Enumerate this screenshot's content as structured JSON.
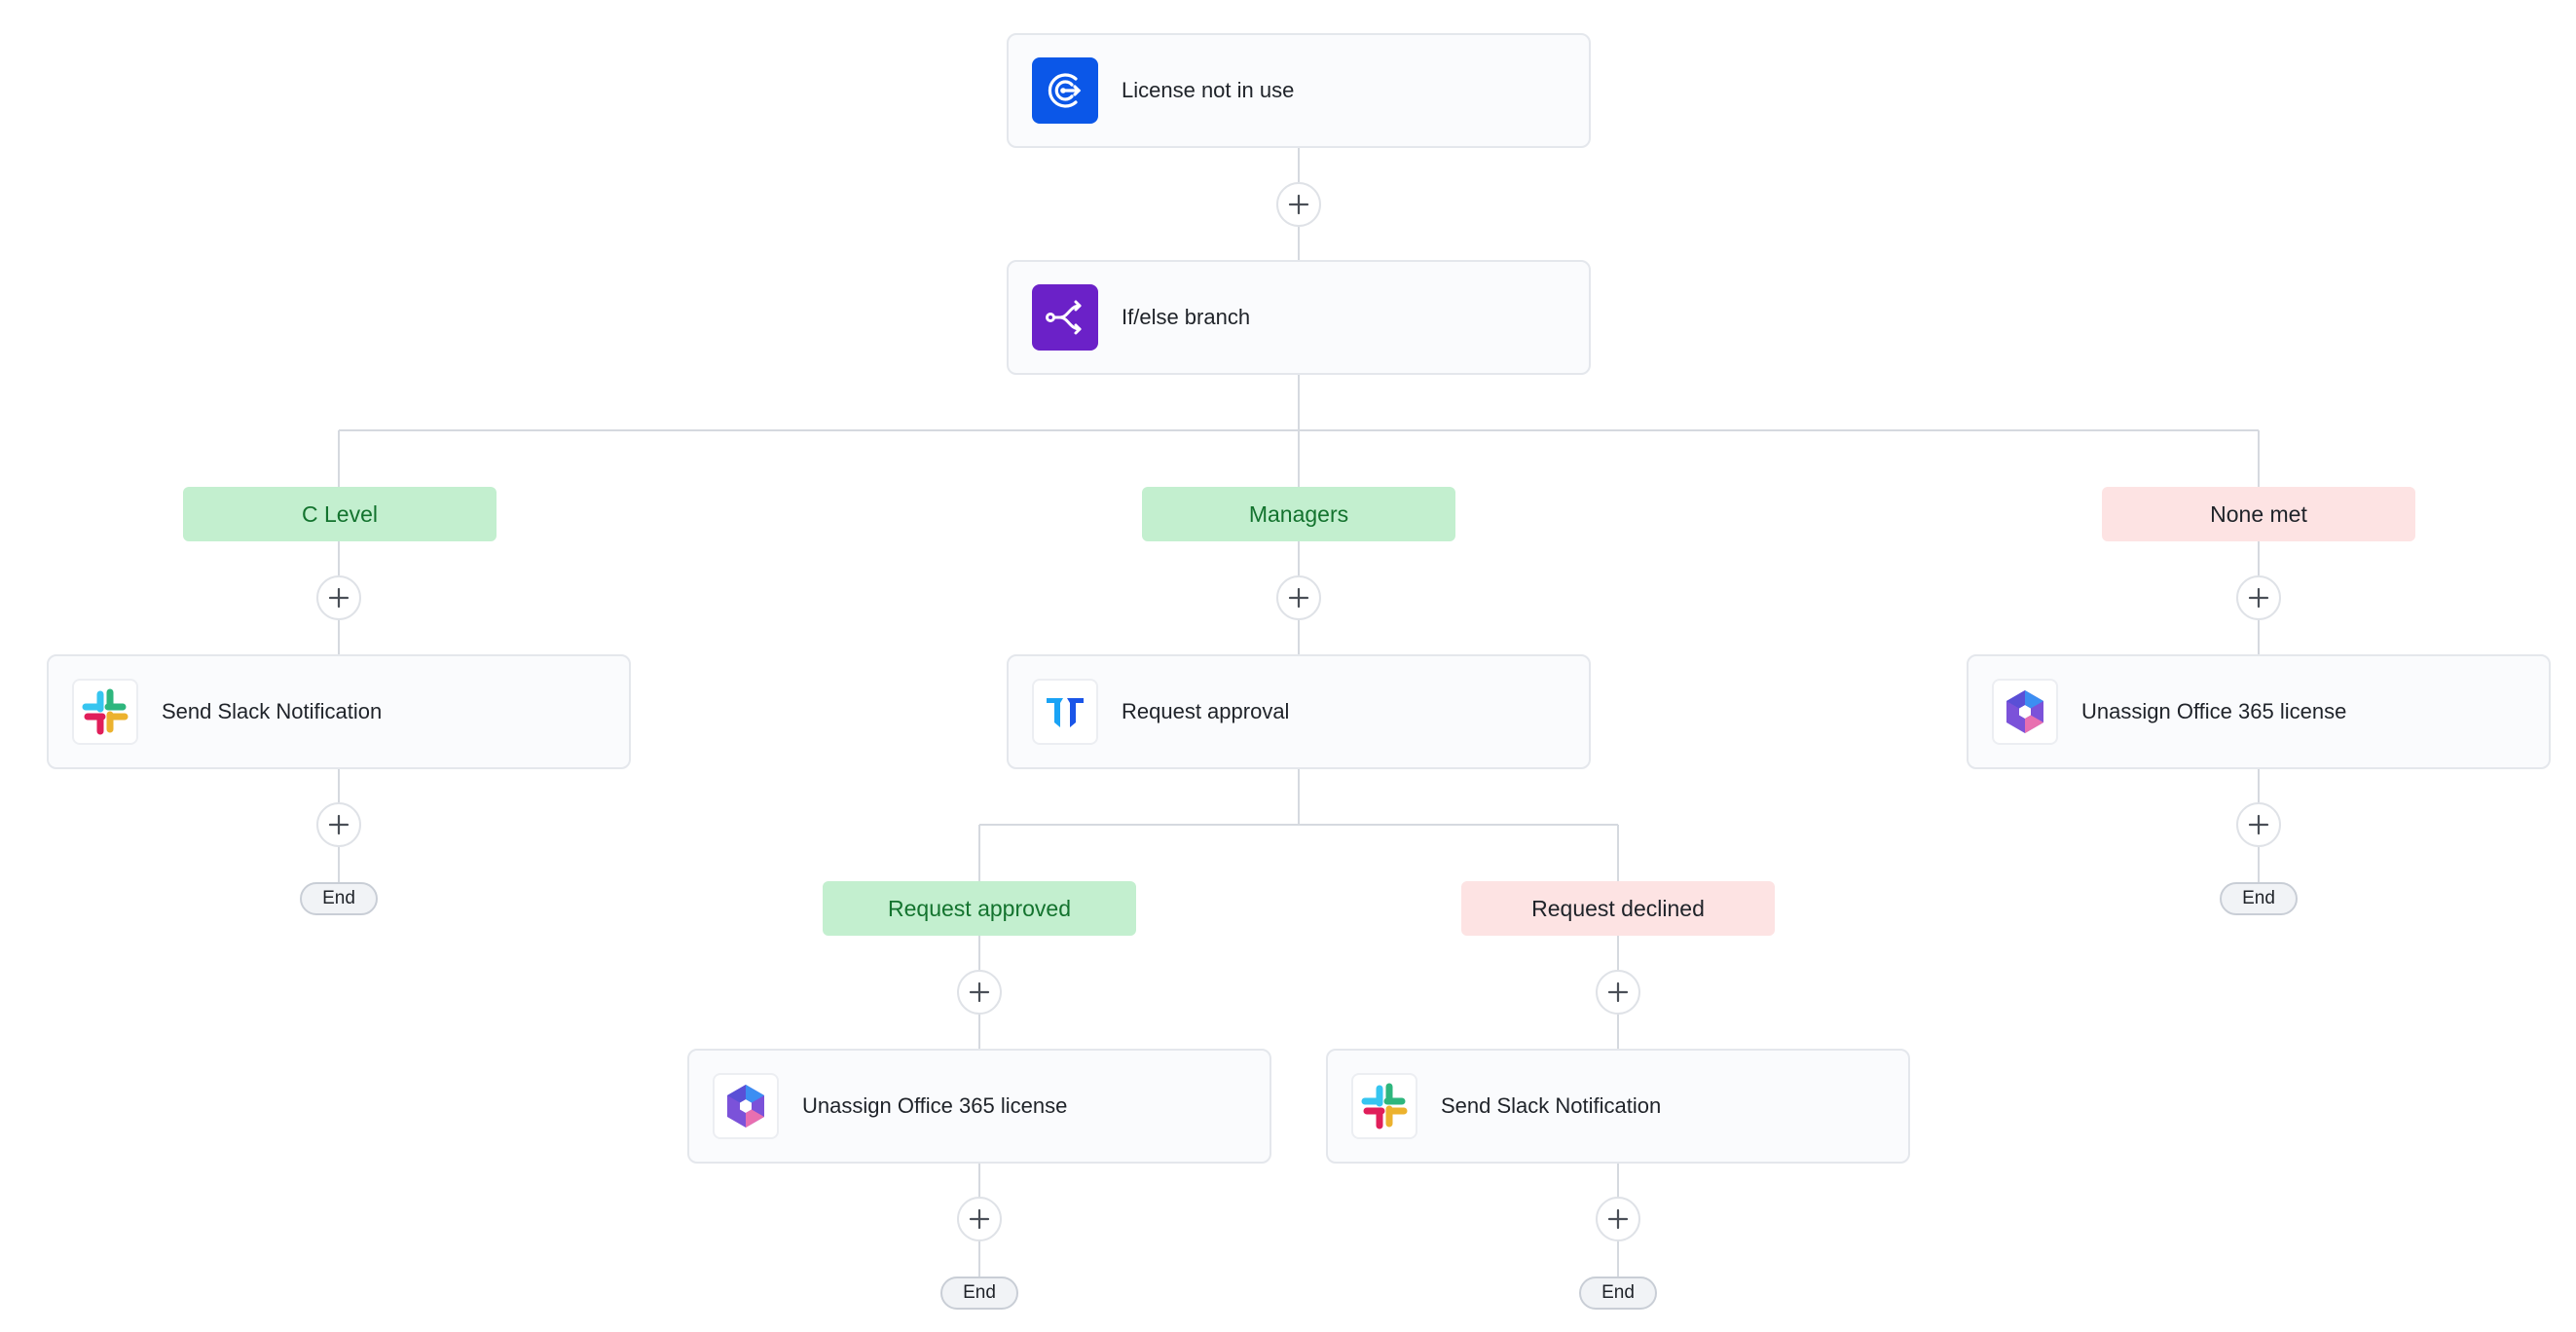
{
  "nodes": {
    "trigger": "License not in use",
    "branch": "If/else branch",
    "c_level_action": "Send Slack Notification",
    "managers_action": "Request approval",
    "none_met_action": "Unassign Office 365 license",
    "approved_action": "Unassign Office 365 license",
    "declined_action": "Send Slack Notification"
  },
  "conditions": {
    "c_level": "C Level",
    "managers": "Managers",
    "none_met": "None met",
    "request_approved": "Request approved",
    "request_declined": "Request declined"
  },
  "end_label": "End",
  "icons": {
    "trigger": "license-trigger-icon",
    "branch": "branch-split-icon",
    "slack": "slack-icon",
    "approval": "approval-app-icon",
    "office": "office-365-icon",
    "add": "plus-icon"
  },
  "colors": {
    "trigger_icon_bg": "#0b57e8",
    "branch_icon_bg": "#6b21c8",
    "condition_match_bg": "#c3efcf",
    "condition_match_text": "#13732e",
    "condition_fallback_bg": "#fde3e3",
    "connector": "#d5d9df"
  }
}
